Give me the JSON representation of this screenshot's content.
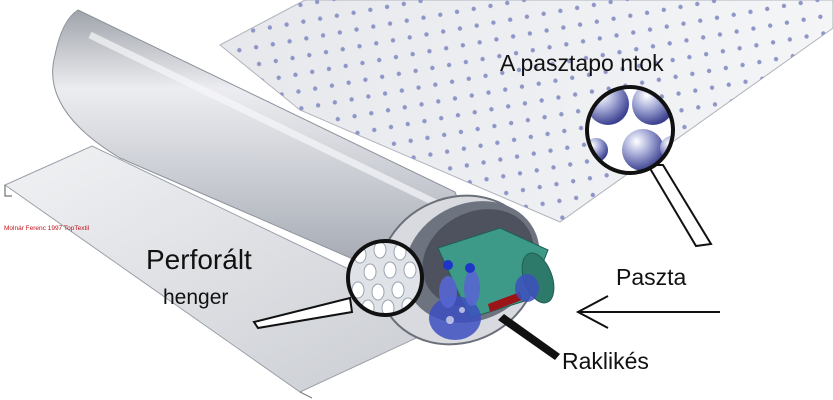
{
  "labels": {
    "paste_dots": "A pasztapo ntok",
    "perforated_line1": "Perforált",
    "perforated_line2": "henger",
    "paste": "Paszta",
    "squeegee": "Raklikés",
    "credit": "Molnár Ferenc 1997 TopTextil"
  },
  "colors": {
    "cylinder": "#c9ccd4",
    "substrate": "#dfe1e6",
    "dots": "#8e95c7",
    "paste_blue": "#3d4fc0",
    "squeegee_teal": "#3e9a88",
    "credit_red": "#c0141c"
  },
  "icons": [
    "magnifier-circle-icon",
    "arrow-left-icon"
  ]
}
